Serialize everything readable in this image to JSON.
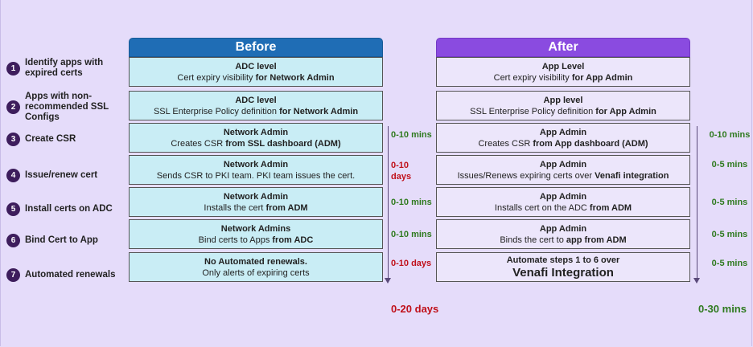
{
  "steps": [
    {
      "n": "1",
      "label": "Identify apps with expired certs"
    },
    {
      "n": "2",
      "label": "Apps with non-recommended SSL Configs"
    },
    {
      "n": "3",
      "label": "Create CSR"
    },
    {
      "n": "4",
      "label": "Issue/renew cert"
    },
    {
      "n": "5",
      "label": "Install certs on ADC"
    },
    {
      "n": "6",
      "label": "Bind Cert to App"
    },
    {
      "n": "7",
      "label": "Automated renewals"
    }
  ],
  "before": {
    "header": "Before",
    "rows": [
      {
        "title": "ADC level",
        "pre": "Cert expiry visibility ",
        "bold": "for Network Admin"
      },
      {
        "title": "ADC level",
        "pre": "SSL Enterprise Policy definition ",
        "bold": "for Network Admin"
      },
      {
        "title": "Network Admin",
        "pre": "Creates CSR ",
        "bold": "from SSL dashboard (ADM)"
      },
      {
        "title": "Network Admin",
        "pre": "Sends CSR to PKI team. PKI team issues the cert.",
        "bold": ""
      },
      {
        "title": "Network Admin",
        "pre": "Installs the cert ",
        "bold": "from ADM"
      },
      {
        "title": "Network Admins",
        "pre": "Bind certs to Apps ",
        "bold": "from ADC"
      },
      {
        "title": "No Automated renewals.",
        "pre": "Only alerts of expiring certs",
        "bold": ""
      }
    ],
    "times": [
      {
        "text": "0-10 mins",
        "color": "green"
      },
      {
        "text": "0-10 days",
        "color": "red"
      },
      {
        "text": "0-10 mins",
        "color": "green"
      },
      {
        "text": "0-10 mins",
        "color": "green"
      },
      {
        "text": "0-10 days",
        "color": "red"
      }
    ],
    "total": "0-20 days"
  },
  "after": {
    "header": "After",
    "rows": [
      {
        "title": "App Level",
        "pre": "Cert expiry visibility ",
        "bold": "for App Admin"
      },
      {
        "title": "App level",
        "pre": "SSL Enterprise Policy definition ",
        "bold": "for App Admin"
      },
      {
        "title": "App Admin",
        "pre": "Creates CSR ",
        "bold": "from App dashboard (ADM)"
      },
      {
        "title": "App Admin",
        "pre": "Issues/Renews expiring certs over ",
        "bold": "Venafi integration"
      },
      {
        "title": "App Admin",
        "pre": "Installs cert on the ADC ",
        "bold": "from ADM"
      },
      {
        "title": "App Admin",
        "pre": "Binds the cert to ",
        "bold": "app from ADM"
      },
      {
        "title": "Automate steps 1 to 6 over",
        "big": "Venafi Integration"
      }
    ],
    "times": [
      "0-10 mins",
      "0-5 mins",
      "0-5 mins",
      "0-5 mins",
      "0-5 mins"
    ],
    "total": "0-30 mins"
  }
}
